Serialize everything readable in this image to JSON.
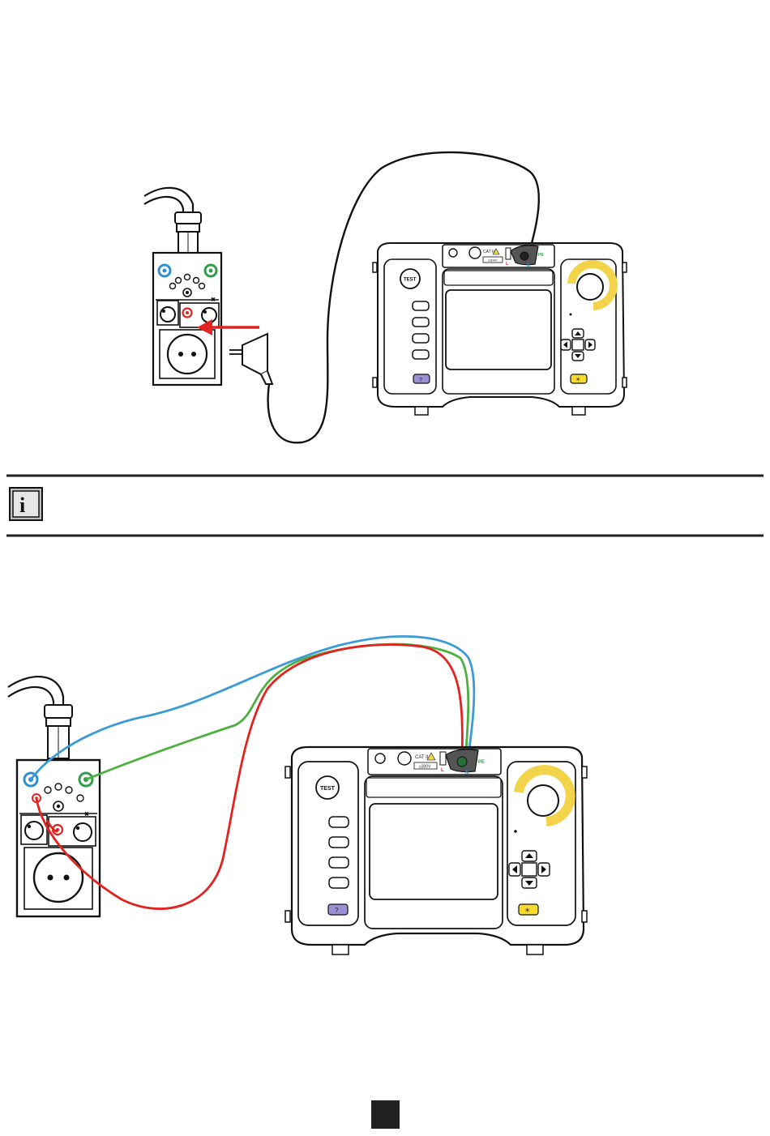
{
  "top_figure": {
    "adapter_labels": {
      "bottom_right_symbol": "✖"
    },
    "tester": {
      "test_button": "TEST",
      "cat_label": "CAT II",
      "voltage_label": "≥300V",
      "l_label": "L",
      "n_label": "N",
      "pe_label": "PE",
      "help_symbol": "?",
      "light_symbol": "☀"
    }
  },
  "info_bar": {
    "icon_letter": "i"
  },
  "bottom_figure": {
    "tester": {
      "test_button": "TEST",
      "cat_label": "CAT II",
      "voltage_label": "≥300V",
      "l_label": "L",
      "n_label": "N",
      "pe_label": "PE",
      "help_symbol": "?",
      "light_symbol": "☀"
    },
    "lead_colors": {
      "blue": "#3b9bd6",
      "green": "#4caf3f",
      "red": "#e3231f"
    }
  },
  "colors": {
    "dial_yellow": "#f2d34a",
    "help_purple": "#9b8fd6",
    "light_yellow": "#f7dc2e",
    "arrow_red": "#e3231f",
    "socket_blue": "#2f8fcf",
    "socket_green": "#2f9e49"
  }
}
